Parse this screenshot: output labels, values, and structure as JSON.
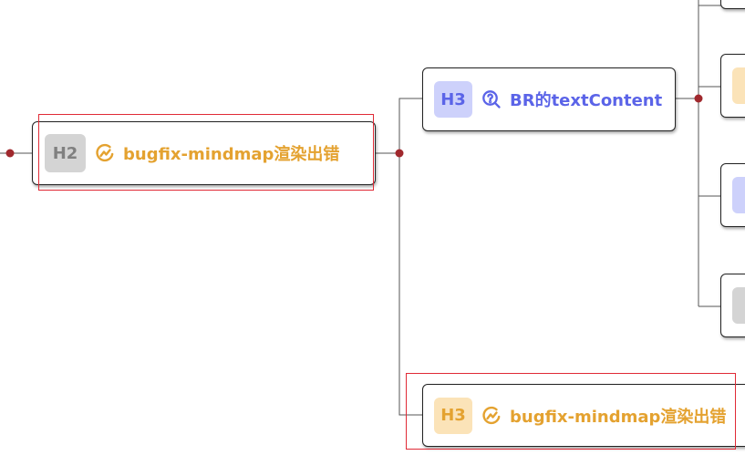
{
  "colors": {
    "line": "#555555",
    "dot": "#a0282d",
    "selection": "#e02a36",
    "h2_badge_bg": "#d4d4d4",
    "h2_badge_fg": "#808080",
    "h3_blue_badge_bg": "#cdd1fb",
    "h3_blue_badge_fg": "#5b64e8",
    "h3_orange_badge_bg": "#fbe3b8",
    "h3_orange_badge_fg": "#e4a230"
  },
  "nodes": {
    "h2": {
      "level": "H2",
      "icon": "progress-chart-icon",
      "title": "bugfix-mindmap渲染出错",
      "title_color": "#e4a230"
    },
    "h3_br": {
      "level": "H3",
      "icon": "question-search-icon",
      "title": "BR的textContent",
      "title_color": "#5b64e8"
    },
    "h3_bugfix": {
      "level": "H3",
      "icon": "progress-chart-icon",
      "title": "bugfix-mindmap渲染出错",
      "title_color": "#e4a230"
    }
  }
}
